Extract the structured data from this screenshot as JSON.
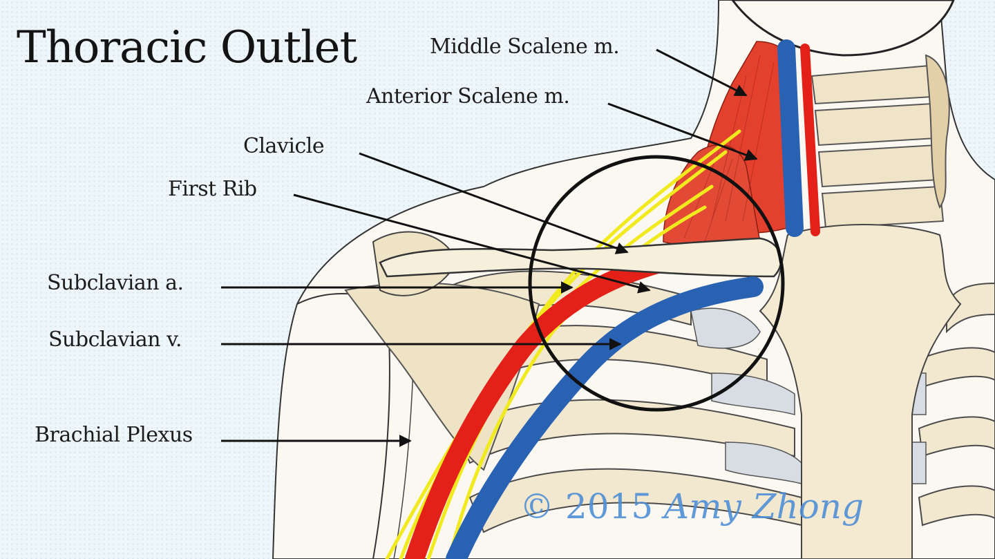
{
  "title": "Thoracic Outlet",
  "labels": {
    "middle_scalene": "Middle Scalene m.",
    "anterior_scalene": "Anterior Scalene m.",
    "clavicle": "Clavicle",
    "first_rib": "First Rib",
    "subclavian_artery": "Subclavian a.",
    "subclavian_vein": "Subclavian v.",
    "brachial_plexus": "Brachial Plexus"
  },
  "copyright": {
    "prefix": "© 2015",
    "author": "Amy Zhong"
  },
  "colors": {
    "muscle": "#e4402e",
    "artery": "#e32118",
    "vein": "#2a62b3",
    "nerve": "#f1ea1e",
    "bone": "#f2e8cf",
    "ink": "#1a1a1a",
    "copyright": "#4f8fd6"
  }
}
